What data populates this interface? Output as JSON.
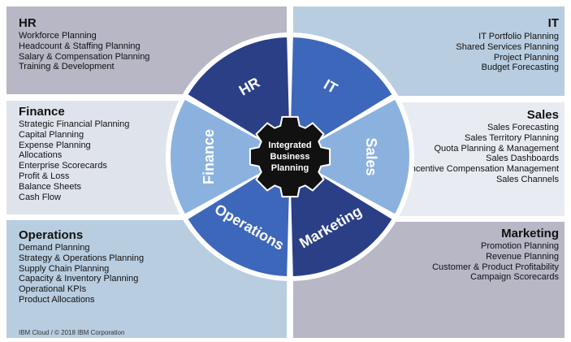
{
  "panels": {
    "hr": {
      "title": "HR",
      "items": [
        "Workforce Planning",
        "Headcount & Staffing Planning",
        "Salary & Compensation Planning",
        "Training & Development"
      ]
    },
    "it": {
      "title": "IT",
      "items": [
        "IT Portfolio Planning",
        "Shared Services Planning",
        "Project Planning",
        "Budget Forecasting"
      ]
    },
    "finance": {
      "title": "Finance",
      "items": [
        "Strategic Financial Planning",
        "Capital Planning",
        "Expense Planning",
        "Allocations",
        "Enterprise Scorecards",
        "Profit & Loss",
        "Balance Sheets",
        "Cash Flow"
      ]
    },
    "sales": {
      "title": "Sales",
      "items": [
        "Sales Forecasting",
        "Sales Territory Planning",
        "Quota Planning & Management",
        "Sales Dashboards",
        "Incentive Compensation Management",
        "Sales Channels"
      ]
    },
    "operations": {
      "title": "Operations",
      "items": [
        "Demand Planning",
        "Strategy & Operations Planning",
        "Supply Chain Planning",
        "Capacity & Inventory Planning",
        "Operational KPIs",
        "Product Allocations"
      ]
    },
    "marketing": {
      "title": "Marketing",
      "items": [
        "Promotion Planning",
        "Revenue Planning",
        "Customer & Product Profitability",
        "Campaign Scorecards"
      ]
    }
  },
  "wheel": {
    "segments": [
      {
        "label": "HR",
        "color": "#2a3f86"
      },
      {
        "label": "IT",
        "color": "#3d67ba"
      },
      {
        "label": "Sales",
        "color": "#8bb2de"
      },
      {
        "label": "Marketing",
        "color": "#2a3f86"
      },
      {
        "label": "Operations",
        "color": "#3d67ba"
      },
      {
        "label": "Finance",
        "color": "#8bb2de"
      }
    ],
    "center": [
      "Integrated",
      "Business",
      "Planning"
    ]
  },
  "footer": "IBM Cloud / © 2018 IBM Corporation"
}
